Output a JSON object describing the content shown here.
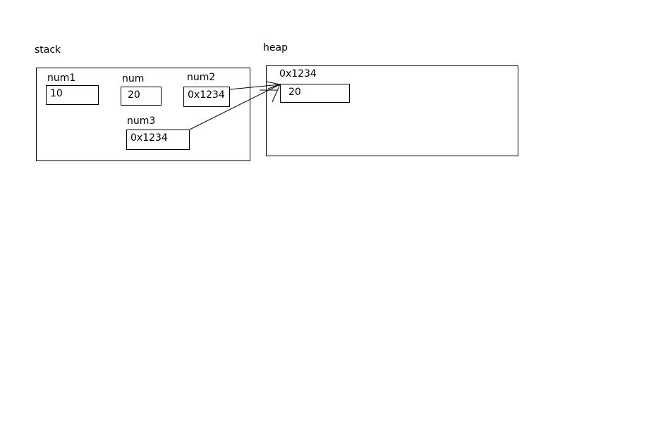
{
  "stack": {
    "title": "stack",
    "vars": {
      "num1": {
        "name": "num1",
        "value": "10"
      },
      "num": {
        "name": "num",
        "value": "20"
      },
      "num2": {
        "name": "num2",
        "value": "0x1234"
      },
      "num3": {
        "name": "num3",
        "value": "0x1234"
      }
    }
  },
  "heap": {
    "title": "heap",
    "object": {
      "address": "0x1234",
      "value": "20"
    }
  },
  "colors": {
    "stroke": "#000000",
    "background": "#ffffff"
  }
}
